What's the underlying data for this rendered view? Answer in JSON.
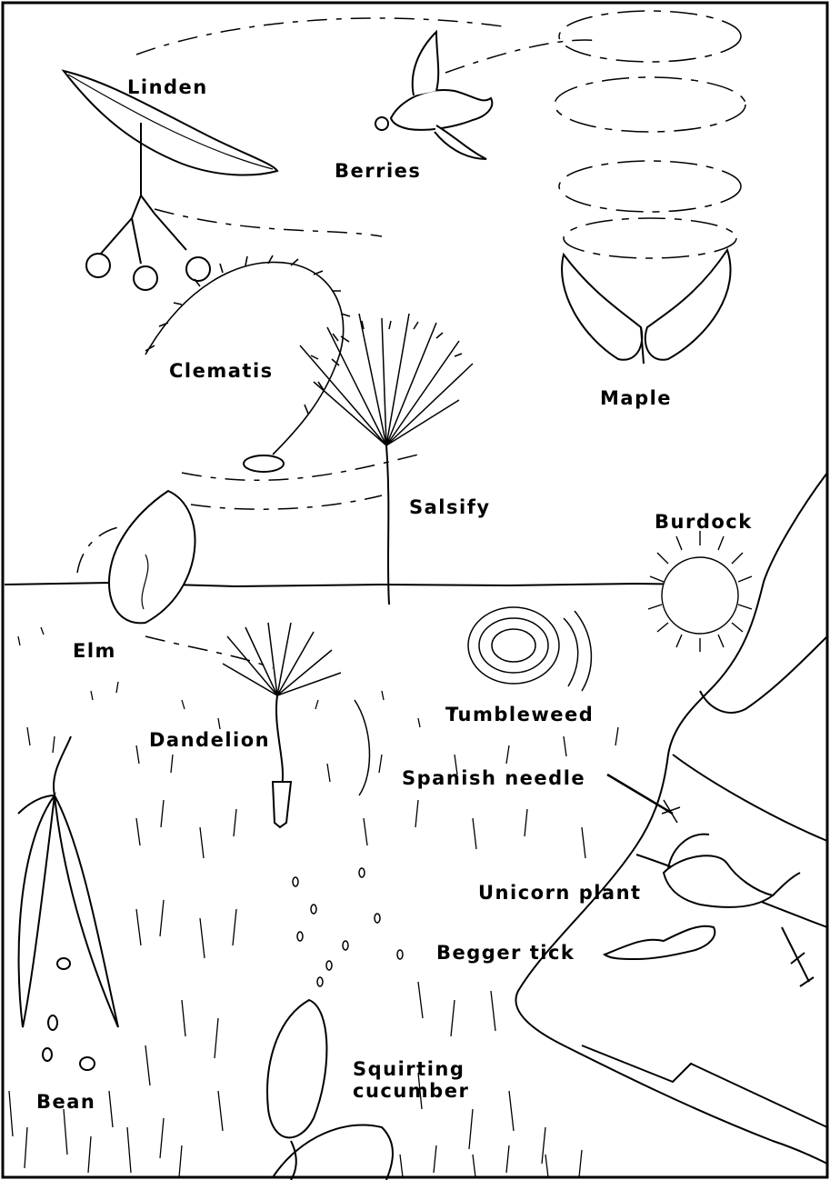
{
  "labels": {
    "linden": "Linden",
    "berries": "Berries",
    "maple": "Maple",
    "clematis": "Clematis",
    "salsify": "Salsify",
    "burdock": "Burdock",
    "elm": "Elm",
    "tumbleweed": "Tumbleweed",
    "dandelion": "Dandelion",
    "spanish_needle": "Spanish needle",
    "unicorn_plant": "Unicorn plant",
    "begger_tick": "Begger tick",
    "squirting_cucumber_line1": "Squirting",
    "squirting_cucumber_line2": "cucumber",
    "bean": "Bean"
  }
}
